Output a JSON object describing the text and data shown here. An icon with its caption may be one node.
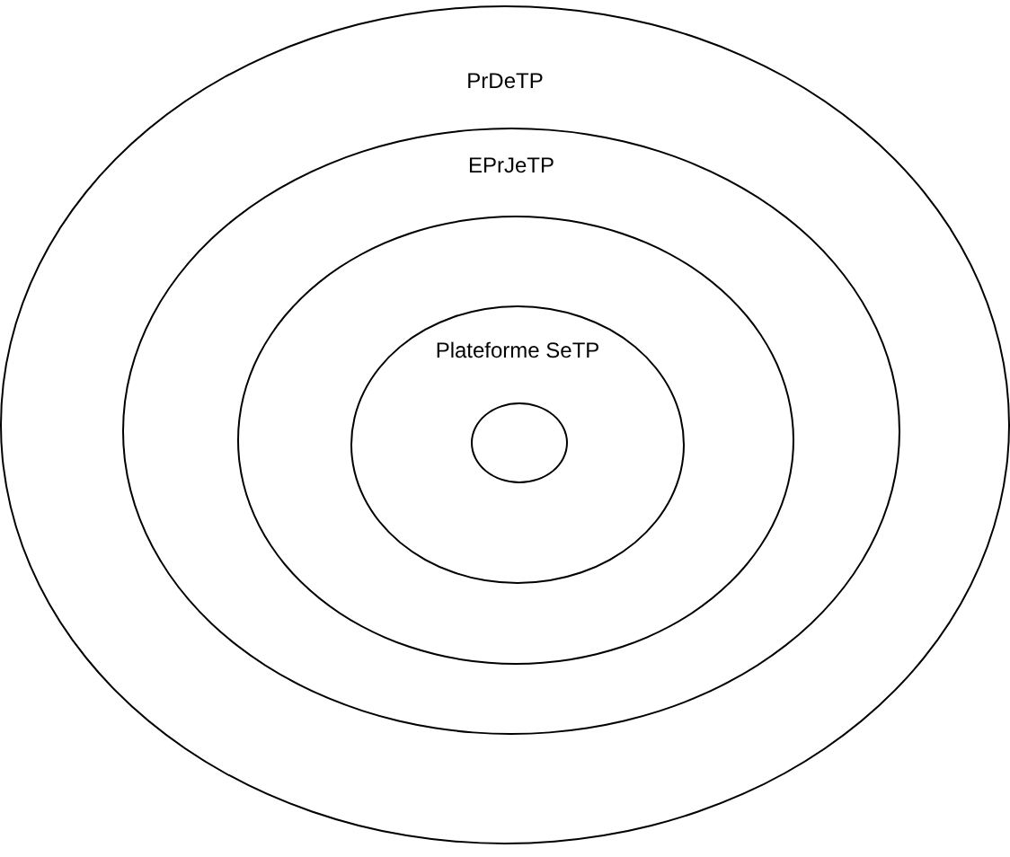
{
  "diagram": {
    "nodes": [
      {
        "text": [
          "PrDeTP"
        ]
      },
      {
        "text": [
          "EPrJeTP"
        ],
        "in": 0
      },
      {
        "text": [],
        "shape": "circle",
        "in": 1
      },
      {
        "text": [
          "Plateforme SeTP"
        ],
        "in": 2
      },
      {
        "text": [],
        "shape": "circle",
        "in": 3
      }
    ]
  }
}
